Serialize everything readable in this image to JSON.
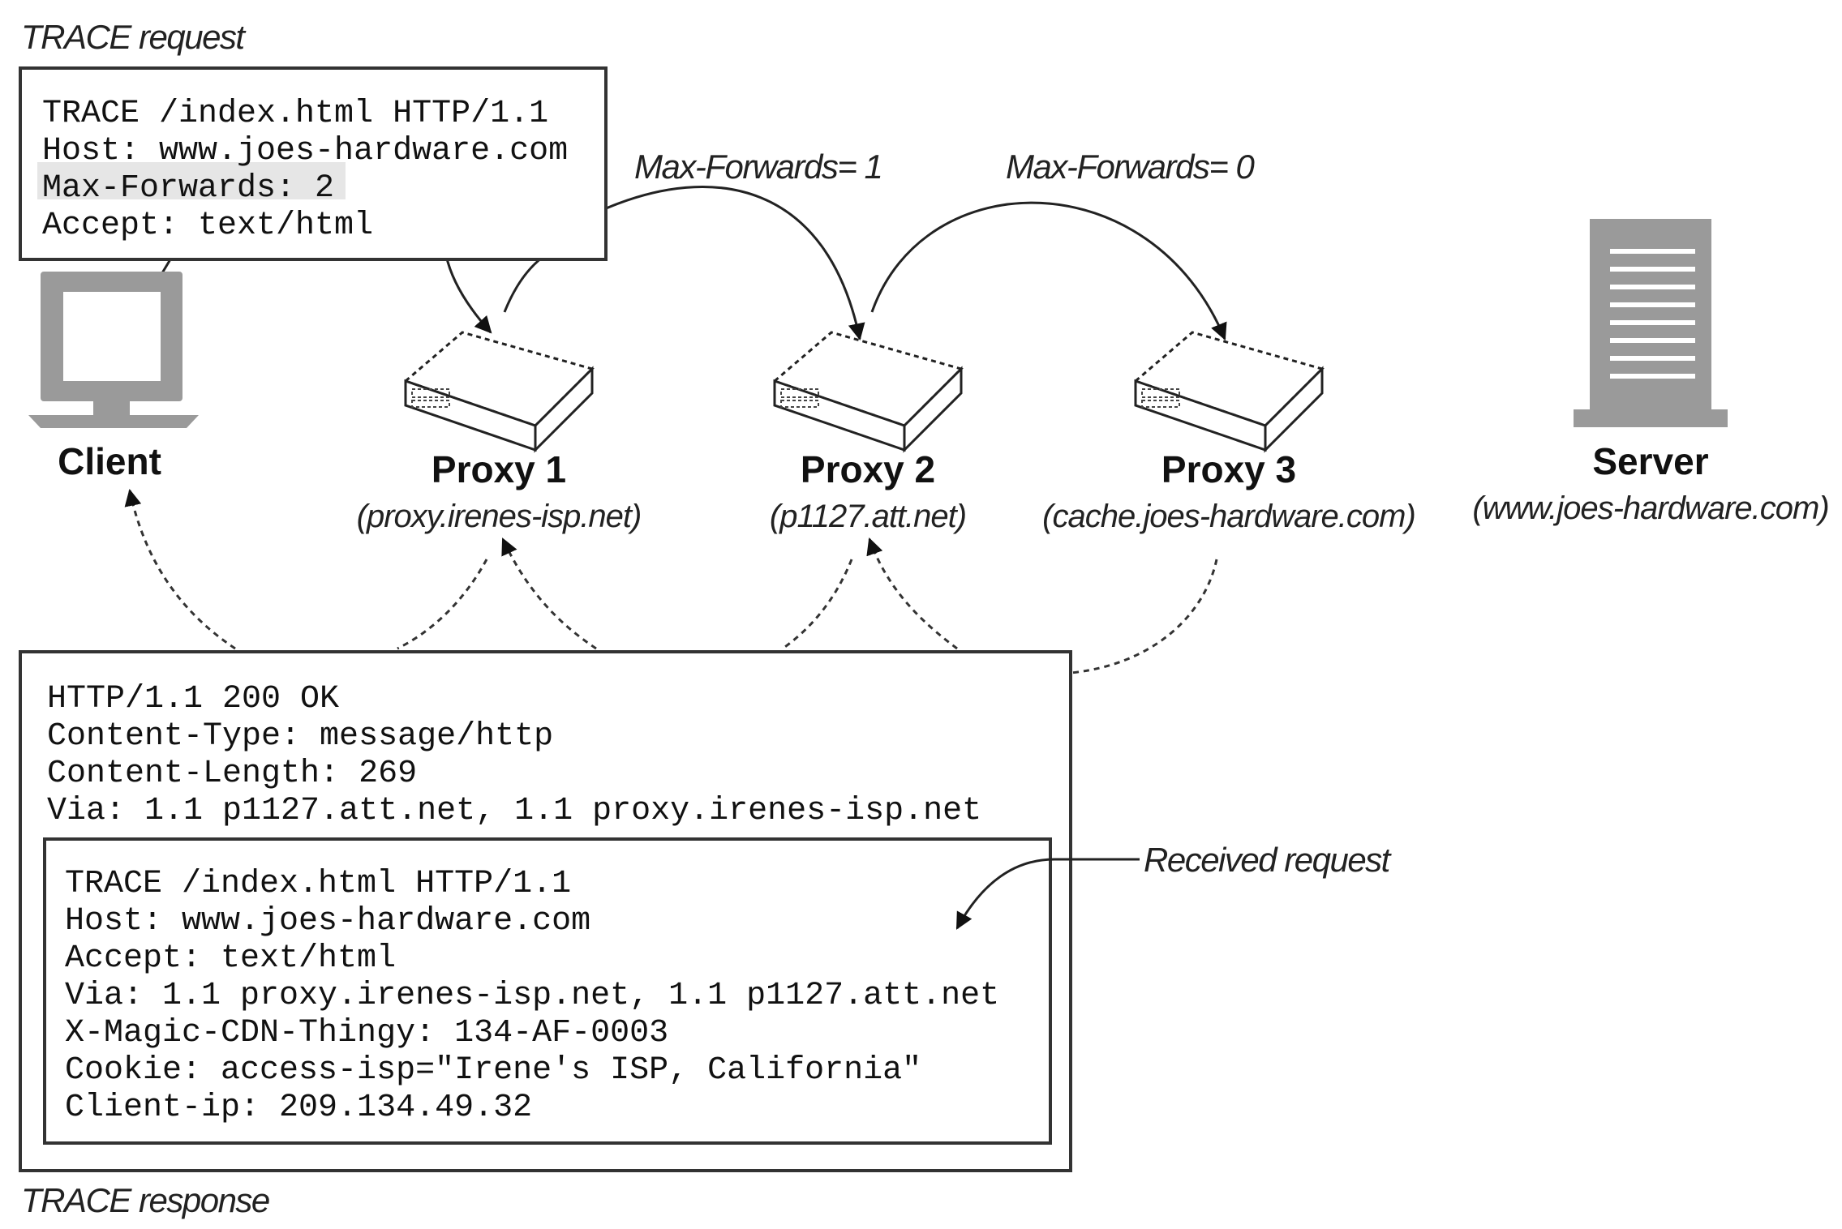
{
  "trace_request": {
    "caption": "TRACE request",
    "lines": [
      "TRACE /index.html HTTP/1.1",
      "Host: www.joes-hardware.com",
      "Max-Forwards: 2",
      "Accept: text/html"
    ]
  },
  "hops": {
    "hop1_label": "Max-Forwards= 1",
    "hop2_label": "Max-Forwards= 0"
  },
  "nodes": {
    "client": {
      "name": "Client"
    },
    "proxy1": {
      "name": "Proxy 1",
      "host": "(proxy.irenes-isp.net)"
    },
    "proxy2": {
      "name": "Proxy 2",
      "host": "(p1127.att.net)"
    },
    "proxy3": {
      "name": "Proxy 3",
      "host": "(cache.joes-hardware.com)"
    },
    "server": {
      "name": "Server",
      "host": "(www.joes-hardware.com)"
    }
  },
  "trace_response": {
    "caption": "TRACE response",
    "header_lines": [
      "HTTP/1.1 200 OK",
      "Content-Type: message/http",
      "Content-Length: 269",
      "Via: 1.1 p1127.att.net, 1.1 proxy.irenes-isp.net"
    ],
    "received_label": "Received request",
    "received_lines": [
      "TRACE /index.html HTTP/1.1",
      "Host: www.joes-hardware.com",
      "Accept: text/html",
      "Via: 1.1 proxy.irenes-isp.net, 1.1 p1127.att.net",
      "X-Magic-CDN-Thingy: 134-AF-0003",
      "Cookie: access-isp=\"Irene's ISP, California\"",
      "Client-ip: 209.134.49.32"
    ]
  }
}
